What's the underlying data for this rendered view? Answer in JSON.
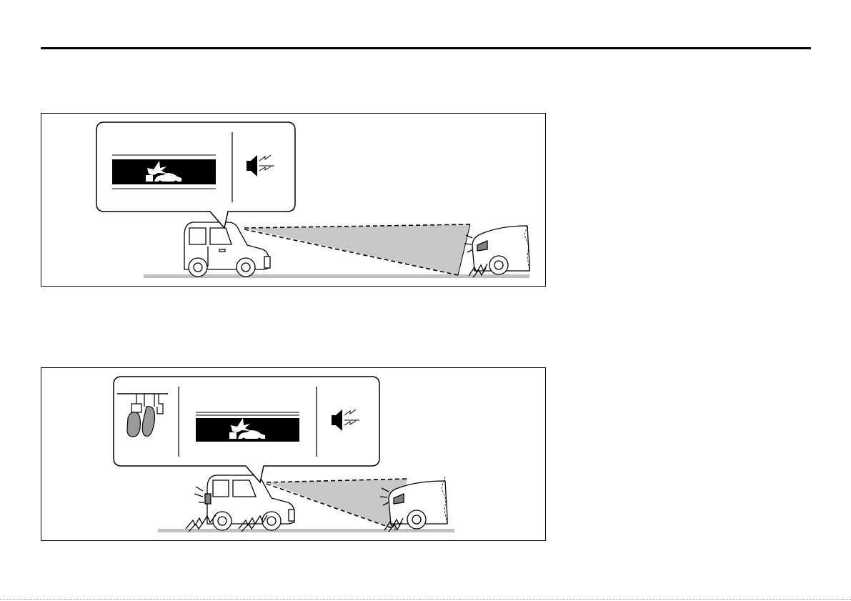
{
  "figures": [
    {
      "id": "fig-forward-collision-warning",
      "callout": [
        "warning-display",
        "warning-buzzer"
      ],
      "colors": {
        "line": "#000000",
        "warning_zone": "#c8c8c8",
        "road": "#c0c0c0",
        "lamp": "#808080"
      }
    },
    {
      "id": "fig-collision-braking",
      "callout": [
        "brake-pedal-operation",
        "warning-display",
        "warning-buzzer"
      ],
      "colors": {
        "line": "#000000",
        "warning_zone": "#c8c8c8",
        "road": "#c0c0c0",
        "lamp": "#808080"
      }
    }
  ],
  "icons": [
    "collision-warning-icon",
    "speaker-icon",
    "brake-pedal-icon"
  ]
}
